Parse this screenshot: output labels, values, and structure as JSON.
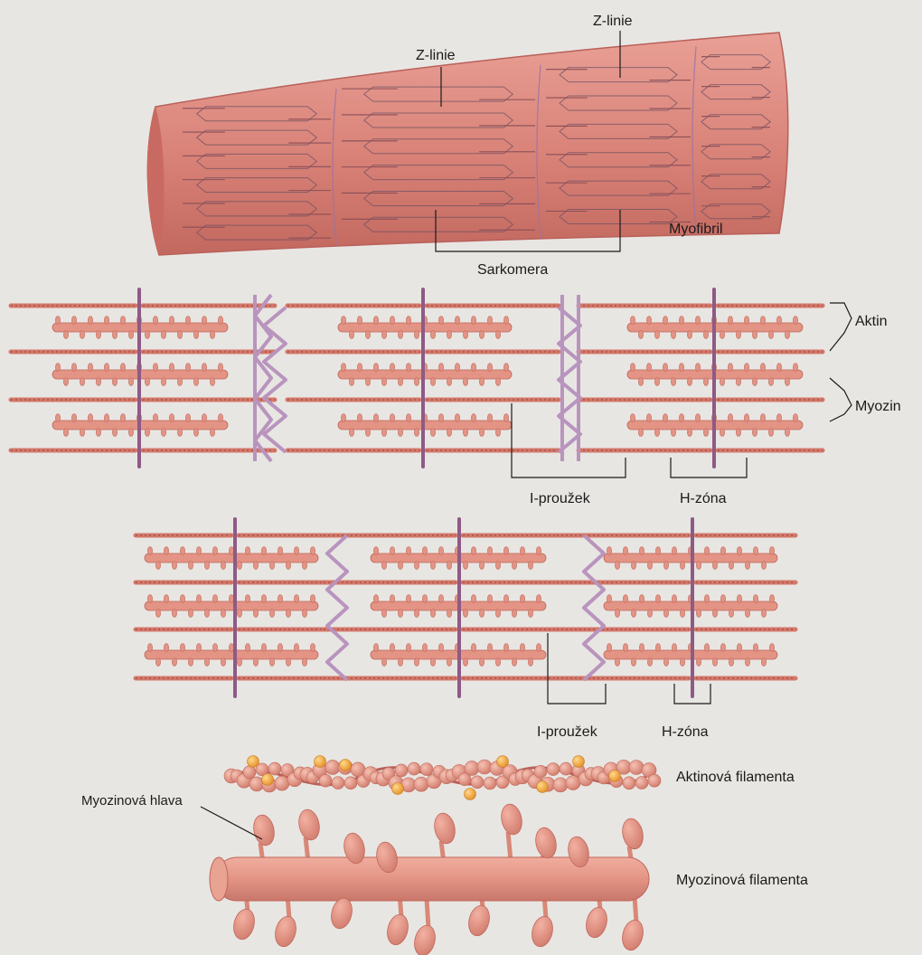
{
  "labels": {
    "z_line_left": "Z-linie",
    "z_line_right": "Z-linie",
    "myofibril": "Myofibril",
    "sarcomere": "Sarkomera",
    "actin": "Aktin",
    "myosin": "Myozin",
    "i_band_relaxed": "I-proužek",
    "h_zone_relaxed": "H-zóna",
    "i_band_contracted": "I-proužek",
    "h_zone_contracted": "H-zóna",
    "actin_filaments": "Aktinová filamenta",
    "myosin_head": "Myozinová hlava",
    "myosin_filaments": "Myozinová filamenta"
  },
  "colors": {
    "background": "#e8e6e2",
    "fibril": "#d98278",
    "fibril_dark": "#b9605a",
    "actin": "#d4786a",
    "myosin": "#e39484",
    "z_line": "#8e5a86",
    "titin": "#b894be",
    "hexagon": "#6e5060",
    "bead": "#e6a090",
    "bead_gold": "#f0a640",
    "text": "#1b1b1b"
  },
  "states": [
    "relaxed",
    "contracted"
  ]
}
